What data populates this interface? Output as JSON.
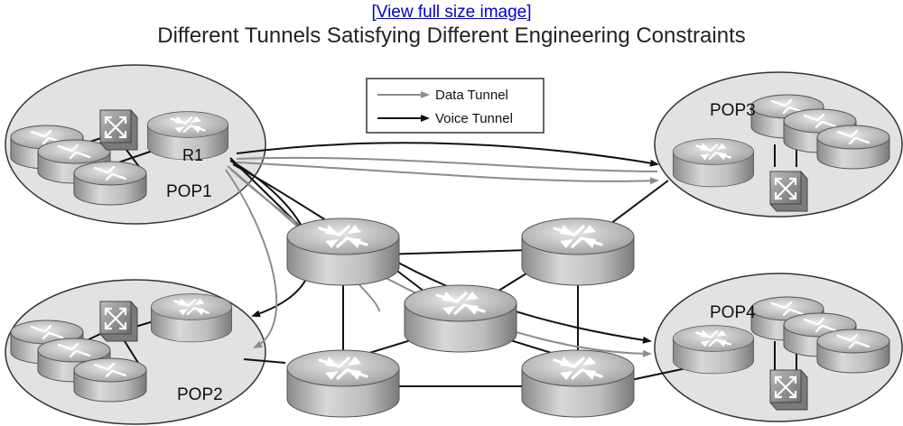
{
  "link": {
    "text": "[View full size image]"
  },
  "title": "Different Tunnels Satisfying Different Engineering Constraints",
  "legend": {
    "data_tunnel": "Data Tunnel",
    "voice_tunnel": "Voice Tunnel"
  },
  "labels": {
    "r1": "R1",
    "pop1": "POP1",
    "pop2": "POP2",
    "pop3": "POP3",
    "pop4": "POP4"
  },
  "colors": {
    "data_tunnel": "#8c8c8c",
    "voice_tunnel": "#111111",
    "pop_fill": "#e2e2e2",
    "link": "#0000cc"
  },
  "icons": [
    "router-icon",
    "switch-icon",
    "arrow-icon"
  ]
}
